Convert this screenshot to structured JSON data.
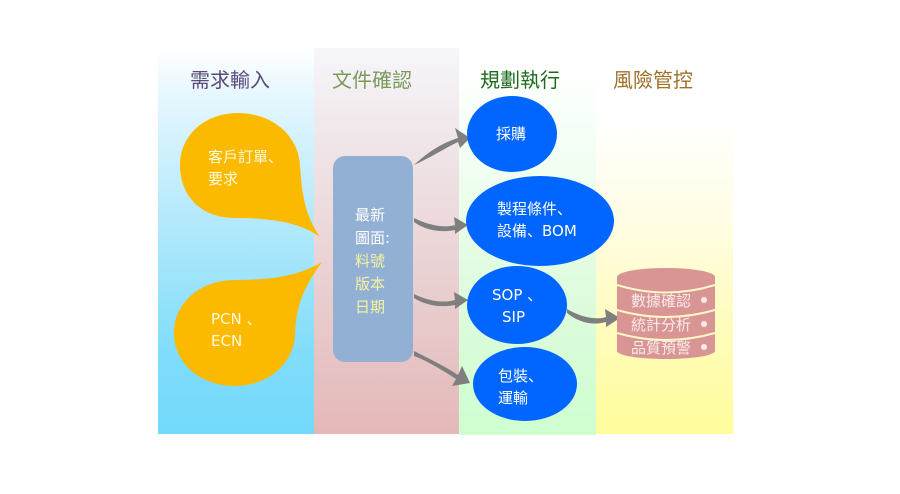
{
  "columns": [
    {
      "heading": "需求輸入",
      "color": "#5a4a7a",
      "bg_bottom": "#73d9fb"
    },
    {
      "heading": "文件確認",
      "color": "#7a9a5a",
      "bg_bottom": "#e5b8b8"
    },
    {
      "heading": "規劃執行",
      "color": "#1e6a1e",
      "bg_bottom": "#ceffd0"
    },
    {
      "heading": "風險管控",
      "color": "#a0702a",
      "bg_bottom": "#fffd9b"
    }
  ],
  "inputs": [
    {
      "lines": [
        "客戶訂單、",
        "要求"
      ]
    },
    {
      "lines": [
        "PCN 、",
        "ECN"
      ]
    }
  ],
  "document": {
    "lines_white": [
      "最新",
      "圖面:"
    ],
    "lines_yellow": [
      "料號",
      "版本",
      "日期"
    ]
  },
  "execution": [
    {
      "lines": [
        "採購"
      ]
    },
    {
      "lines": [
        "製程條件、",
        "設備、BOM"
      ]
    },
    {
      "lines": [
        "SOP 、",
        "SIP"
      ]
    },
    {
      "lines": [
        "包裝、",
        "運輸"
      ]
    }
  ],
  "risk_control": {
    "items": [
      "數據確認",
      "統計分析",
      "品質預警"
    ]
  },
  "colors": {
    "input_bubble": "#fbba00",
    "document_box": "#92afd4",
    "execution_ellipse": "#0066ff",
    "arrow": "#7f7f7f",
    "database": "#d99594"
  }
}
